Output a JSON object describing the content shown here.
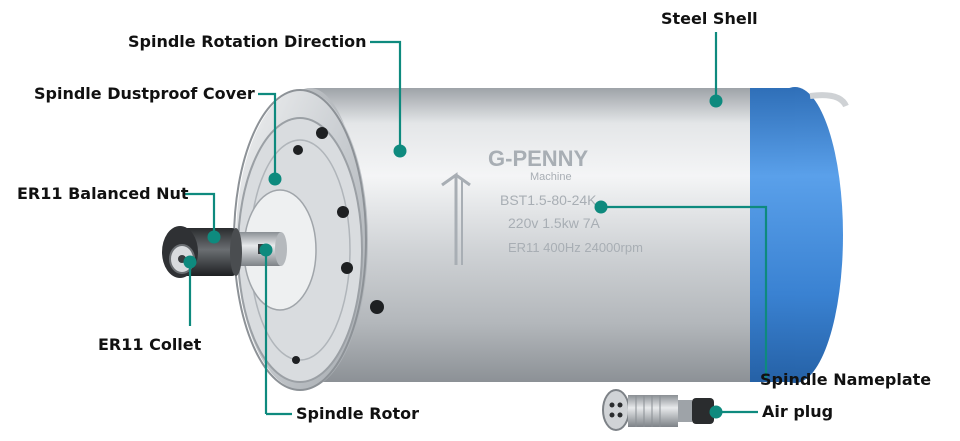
{
  "colors": {
    "callout_line": "#0e8a7e",
    "callout_dot": "#0e8a7e",
    "shell_blue": "#3f86d6",
    "steel": "#c9ccd0",
    "label_text": "#111111"
  },
  "callouts": [
    {
      "id": "steel-shell",
      "label": "Steel Shell"
    },
    {
      "id": "rotation-direction",
      "label": "Spindle Rotation Direction"
    },
    {
      "id": "dustproof-cover",
      "label": "Spindle Dustproof Cover"
    },
    {
      "id": "balanced-nut",
      "label": "ER11 Balanced Nut"
    },
    {
      "id": "collet",
      "label": "ER11 Collet"
    },
    {
      "id": "rotor",
      "label": "Spindle Rotor"
    },
    {
      "id": "nameplate",
      "label": "Spindle Nameplate"
    },
    {
      "id": "air-plug",
      "label": "Air plug"
    }
  ],
  "nameplate": {
    "brand": "G-PENNY",
    "sub": "Machine",
    "model": "BST1.5-80-24K",
    "power": "220v 1.5kw 7A",
    "spec": "ER11 400Hz 24000rpm"
  }
}
